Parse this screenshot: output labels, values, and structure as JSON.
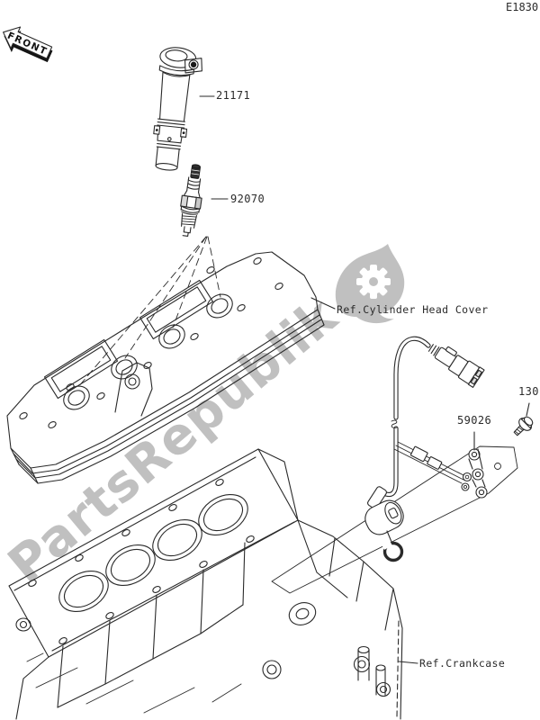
{
  "page": {
    "diagram_code": "E1830",
    "front_marker": "FRONT",
    "watermark_text": "PartsRepublik"
  },
  "colors": {
    "line": "#2a2a2a",
    "watermark": "#bdbdbd",
    "label_text": "#2b2b2b"
  },
  "labels": {
    "ignition_coil": "21171",
    "spark_plug": "92070",
    "harness_sensor": "59026",
    "bolt": "130",
    "ref_cylinder_head_cover": "Ref.Cylinder Head Cover",
    "ref_crankcase": "Ref.Crankcase"
  }
}
